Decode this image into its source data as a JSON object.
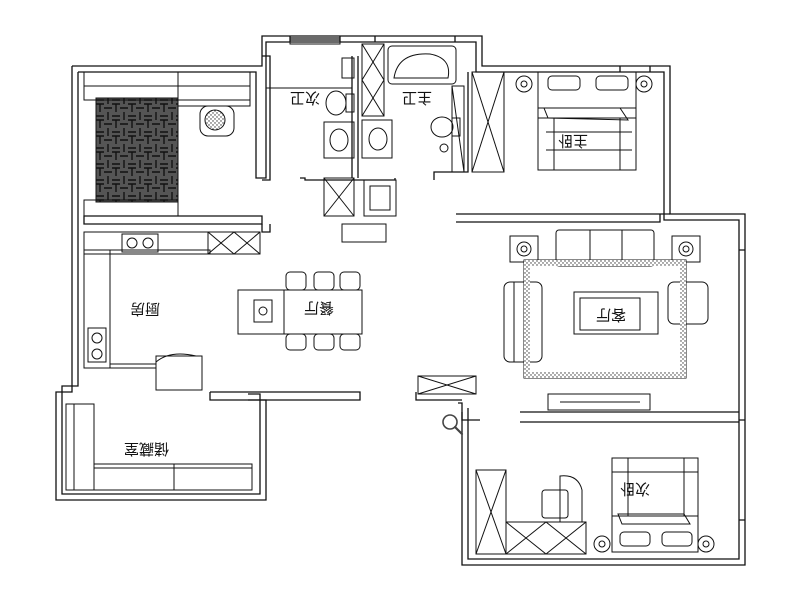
{
  "plan": {
    "rooms": {
      "master_bedroom": "主卧",
      "second_bedroom": "次卧",
      "main_bath": "主卫",
      "guest_bath": "次卫",
      "kitchen": "厨房",
      "dining": "餐厅",
      "living": "客厅",
      "storage": "储藏室"
    },
    "wall_color": "#111111",
    "zoom_icon": "magnifier-icon"
  }
}
